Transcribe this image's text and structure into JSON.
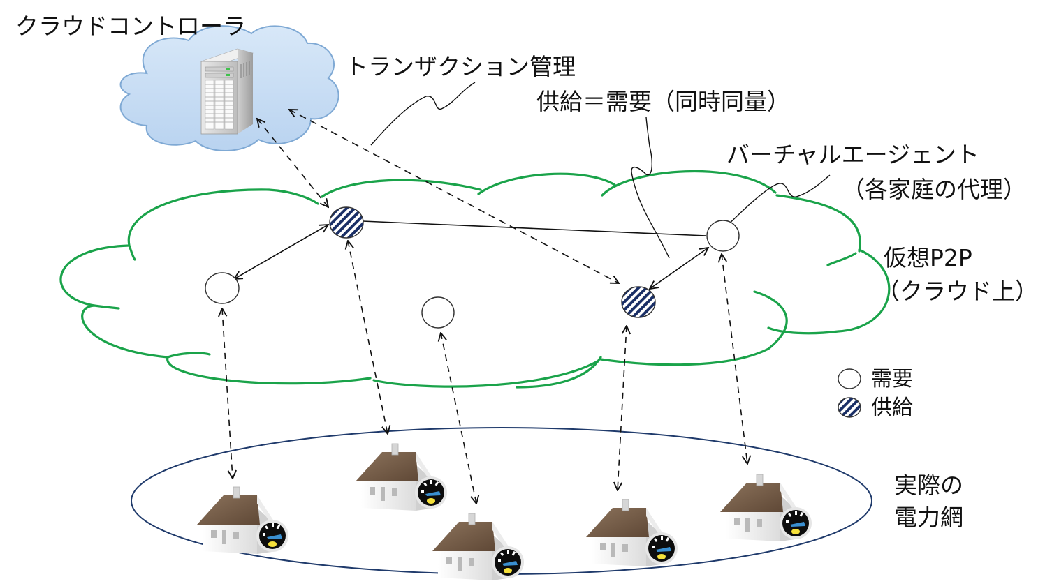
{
  "diagram": {
    "cloud_controller_label": "クラウドコントローラ",
    "transaction_label": "トランザクション管理",
    "balance_label": "供給＝需要（同時同量）",
    "agent_label_line1": "バーチャルエージェント",
    "agent_label_line2": "（各家庭の代理）",
    "p2p_label_line1": "仮想P2P",
    "p2p_label_line2": "（クラウド上）",
    "grid_label_line1": "実際の",
    "grid_label_line2": "電力網",
    "legend": {
      "demand": "需要",
      "supply": "供給"
    },
    "colors": {
      "p2p_cloud": "#1aa34a",
      "controller_cloud_fill": "#c5dcf4",
      "controller_cloud_stroke": "#7fa9d4",
      "supply_hatch": "#1a2f66",
      "grid_ellipse": "#1f3a6b",
      "roof": "#7a5f48",
      "meter_needle": "#3a8fd0",
      "meter_led": "#f5e03a"
    },
    "nodes": [
      {
        "id": "n1",
        "type": "demand"
      },
      {
        "id": "n2",
        "type": "supply"
      },
      {
        "id": "n3",
        "type": "demand"
      },
      {
        "id": "n4",
        "type": "supply"
      },
      {
        "id": "n5",
        "type": "demand"
      }
    ],
    "houses": [
      "house-1",
      "house-2",
      "house-3",
      "house-4",
      "house-5"
    ]
  }
}
